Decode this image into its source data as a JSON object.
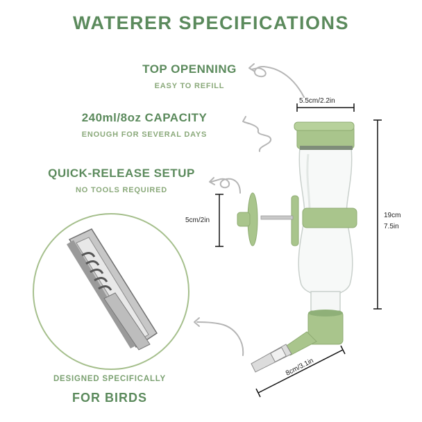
{
  "title": "WATERER SPECIFICATIONS",
  "features": [
    {
      "heading": "TOP OPENNING",
      "sub": "EASY TO REFILL"
    },
    {
      "heading": "240ml/8oz CAPACITY",
      "sub": "ENOUGH FOR SEVERAL DAYS"
    },
    {
      "heading": "QUICK-RELEASE SETUP",
      "sub": "NO TOOLS REQUIRED"
    }
  ],
  "dimensions": {
    "top_width": "5.5cm/2.2in",
    "mount": "5cm/2in",
    "height_cm": "19cm",
    "height_in": "7.5in",
    "nozzle": "8cm/3.1in"
  },
  "bottom": {
    "line1": "DESIGNED SPECIFICALLY",
    "line2": "FOR BIRDS"
  },
  "colors": {
    "accent": "#5b8a5c",
    "accent_light": "#8aa97a",
    "bottle_green": "#a9c58c"
  }
}
